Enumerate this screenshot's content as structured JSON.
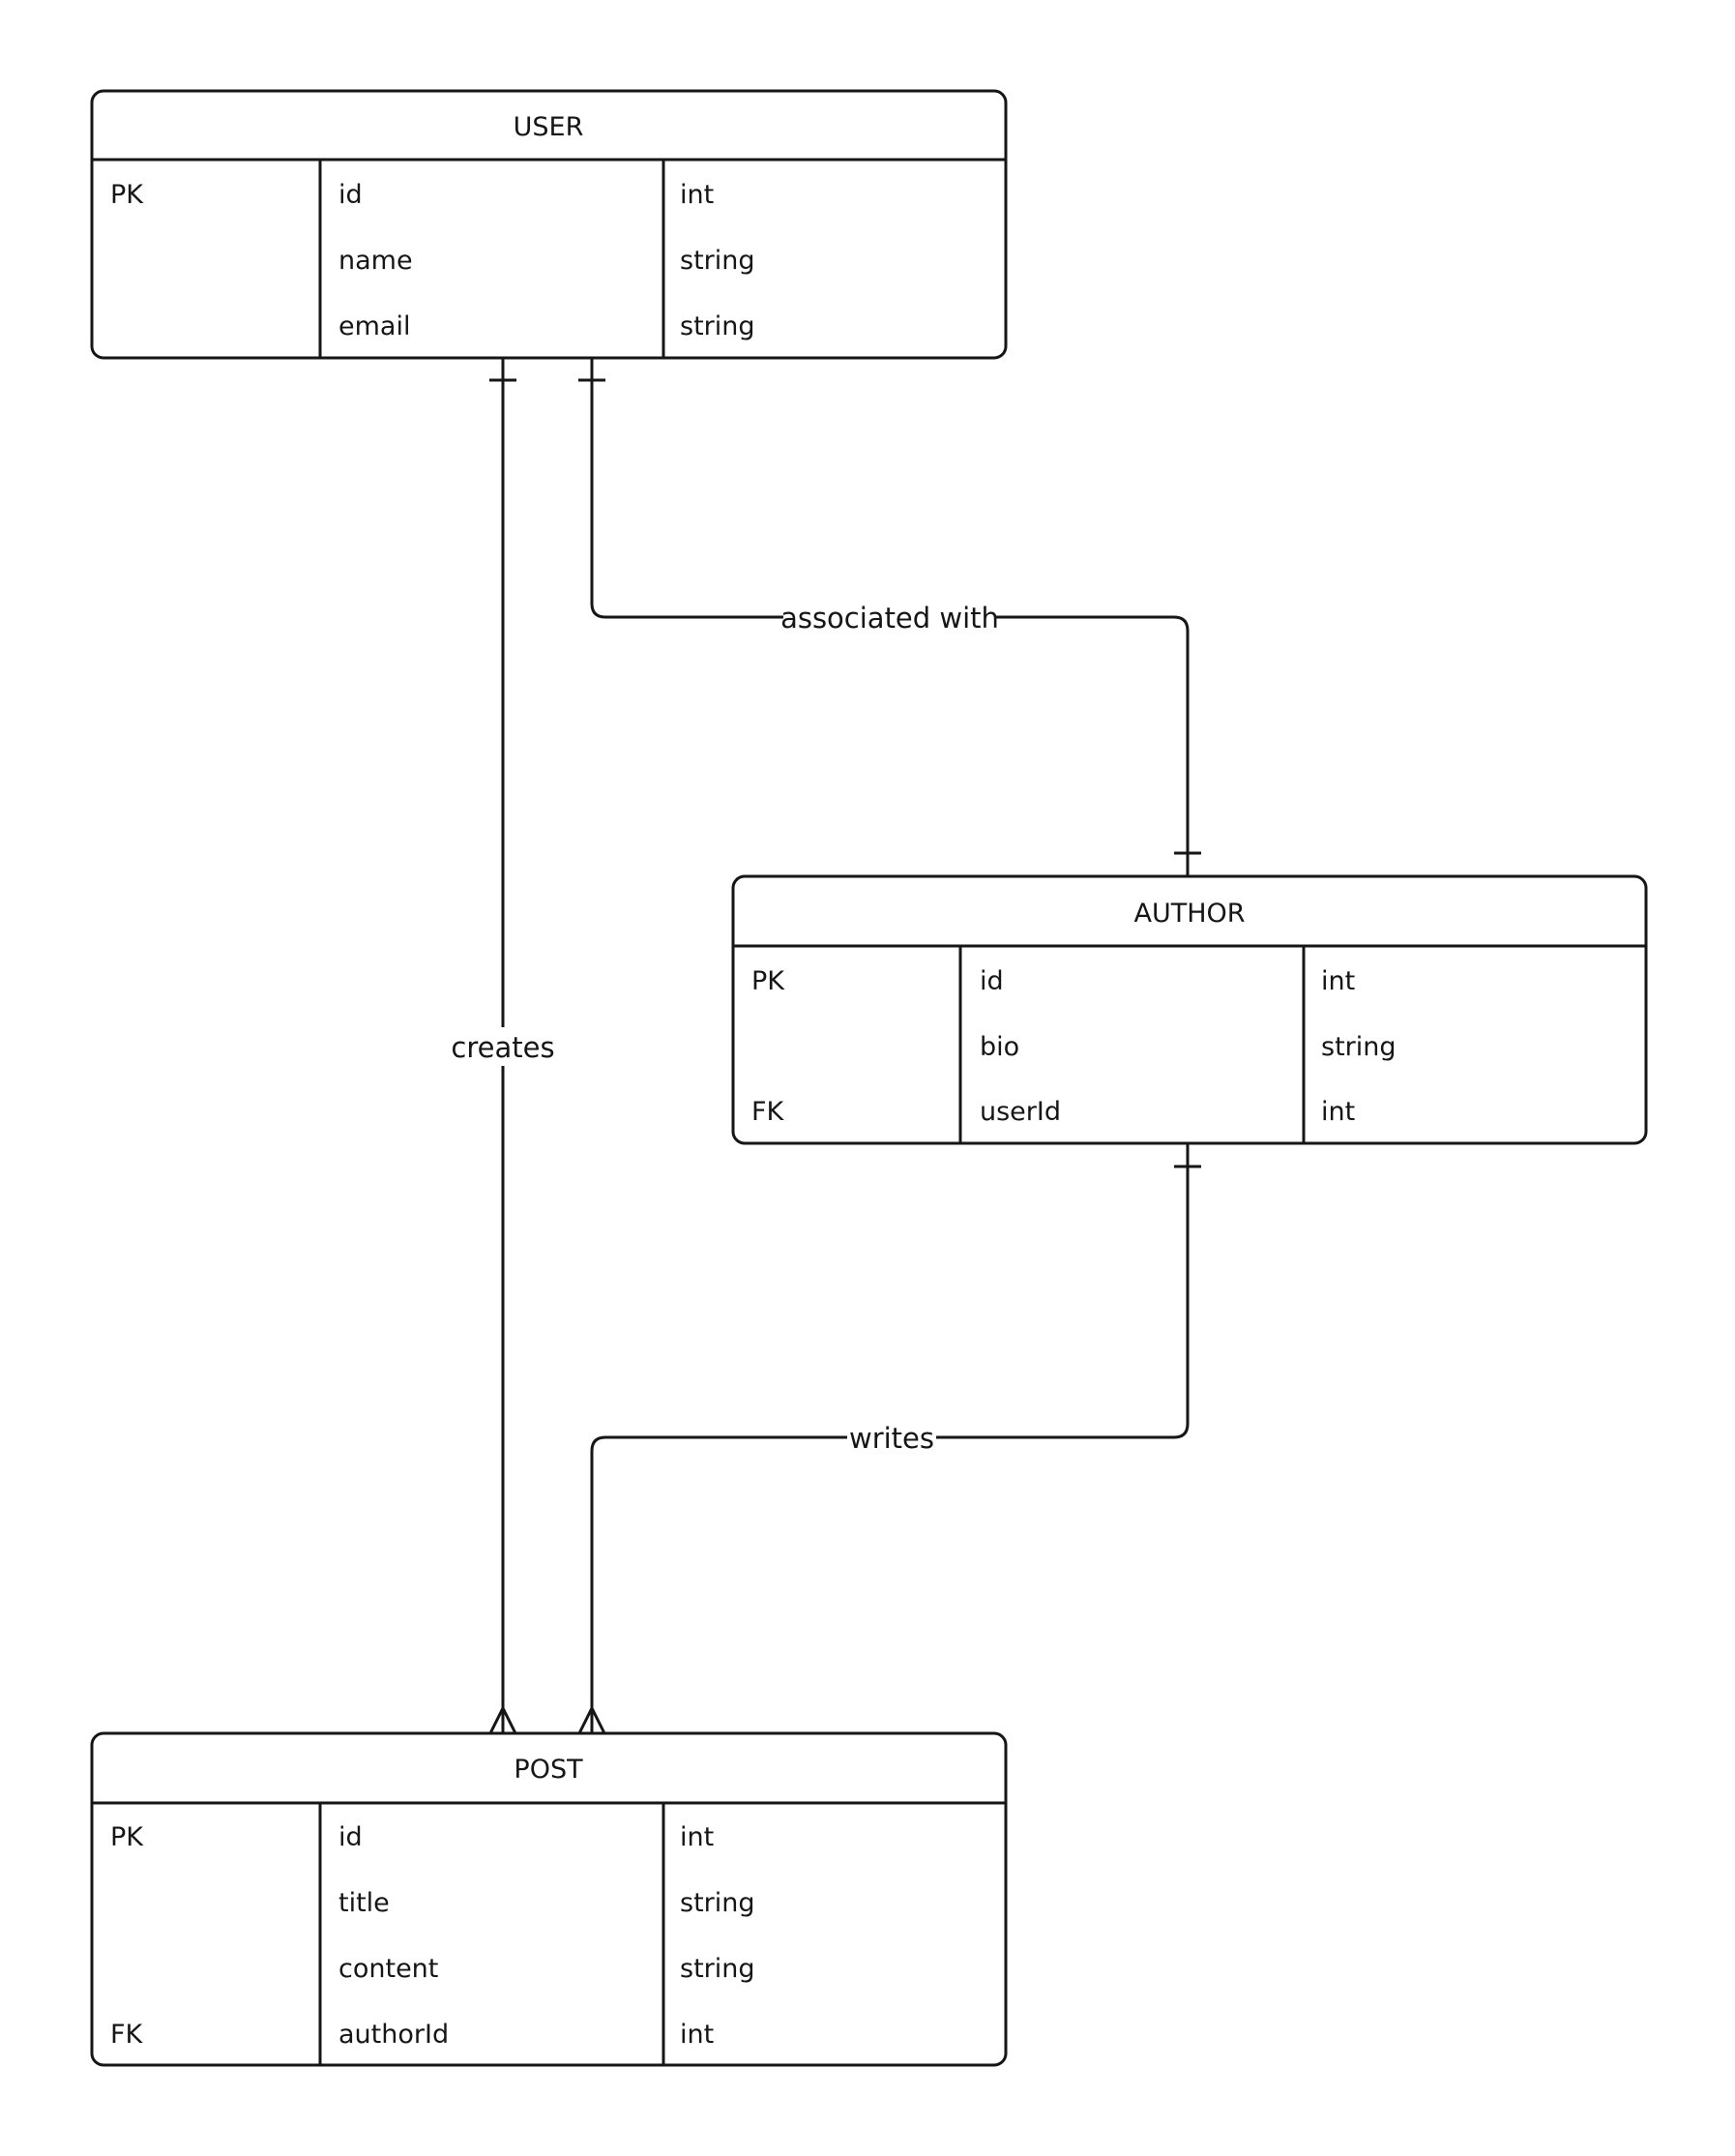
{
  "colors": {
    "line": "#161616",
    "background": "#ffffff"
  },
  "entities": {
    "user": {
      "name": "USER",
      "rows": [
        {
          "key": "PK",
          "field": "id",
          "type": "int"
        },
        {
          "key": "",
          "field": "name",
          "type": "string"
        },
        {
          "key": "",
          "field": "email",
          "type": "string"
        }
      ]
    },
    "author": {
      "name": "AUTHOR",
      "rows": [
        {
          "key": "PK",
          "field": "id",
          "type": "int"
        },
        {
          "key": "",
          "field": "bio",
          "type": "string"
        },
        {
          "key": "FK",
          "field": "userId",
          "type": "int"
        }
      ]
    },
    "post": {
      "name": "POST",
      "rows": [
        {
          "key": "PK",
          "field": "id",
          "type": "int"
        },
        {
          "key": "",
          "field": "title",
          "type": "string"
        },
        {
          "key": "",
          "field": "content",
          "type": "string"
        },
        {
          "key": "FK",
          "field": "authorId",
          "type": "int"
        }
      ]
    }
  },
  "relationships": [
    {
      "id": "associated",
      "label": "associated with",
      "from": "USER",
      "to": "AUTHOR",
      "from_cardinality": "one",
      "to_cardinality": "one"
    },
    {
      "id": "creates",
      "label": "creates",
      "from": "USER",
      "to": "POST",
      "from_cardinality": "one",
      "to_cardinality": "many"
    },
    {
      "id": "writes",
      "label": "writes",
      "from": "AUTHOR",
      "to": "POST",
      "from_cardinality": "one",
      "to_cardinality": "many"
    }
  ]
}
